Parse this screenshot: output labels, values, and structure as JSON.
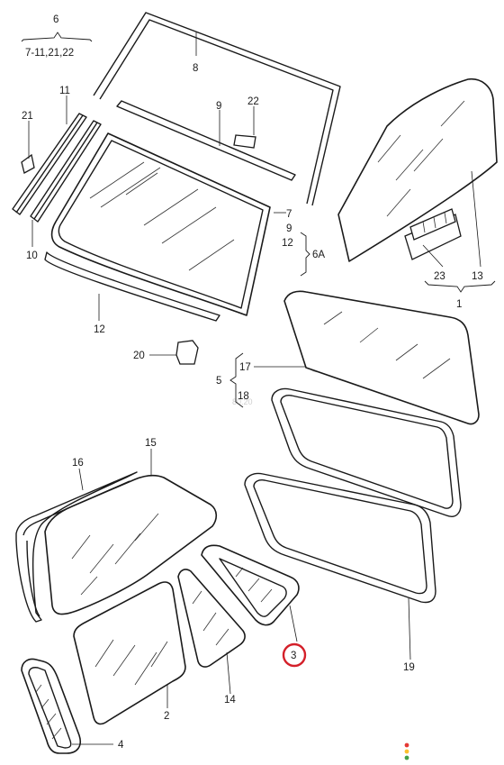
{
  "labels": {
    "l6": "6",
    "l6_sub": "7-11,21,22",
    "l8": "8",
    "l11": "11",
    "l21": "21",
    "l9": "9",
    "l22": "22",
    "l10": "10",
    "l7": "7",
    "l9b": "9",
    "l12b": "12",
    "l6a": "6A",
    "l12": "12",
    "l23": "23",
    "l13": "13",
    "l1": "1",
    "l20": "20",
    "l17": "17",
    "l5": "5",
    "l18": "18",
    "l16": "16",
    "l15": "15",
    "l3": "3",
    "l19": "19",
    "l2": "2",
    "l14": "14",
    "l4": "4"
  },
  "watermark": {
    "text": "S.RU",
    "small": "80.20"
  },
  "colors": {
    "highlight": "#d4202a",
    "line": "#1a1a1a",
    "dot_red": "#e53935",
    "dot_yellow": "#fbc02d",
    "dot_green": "#43a047"
  }
}
